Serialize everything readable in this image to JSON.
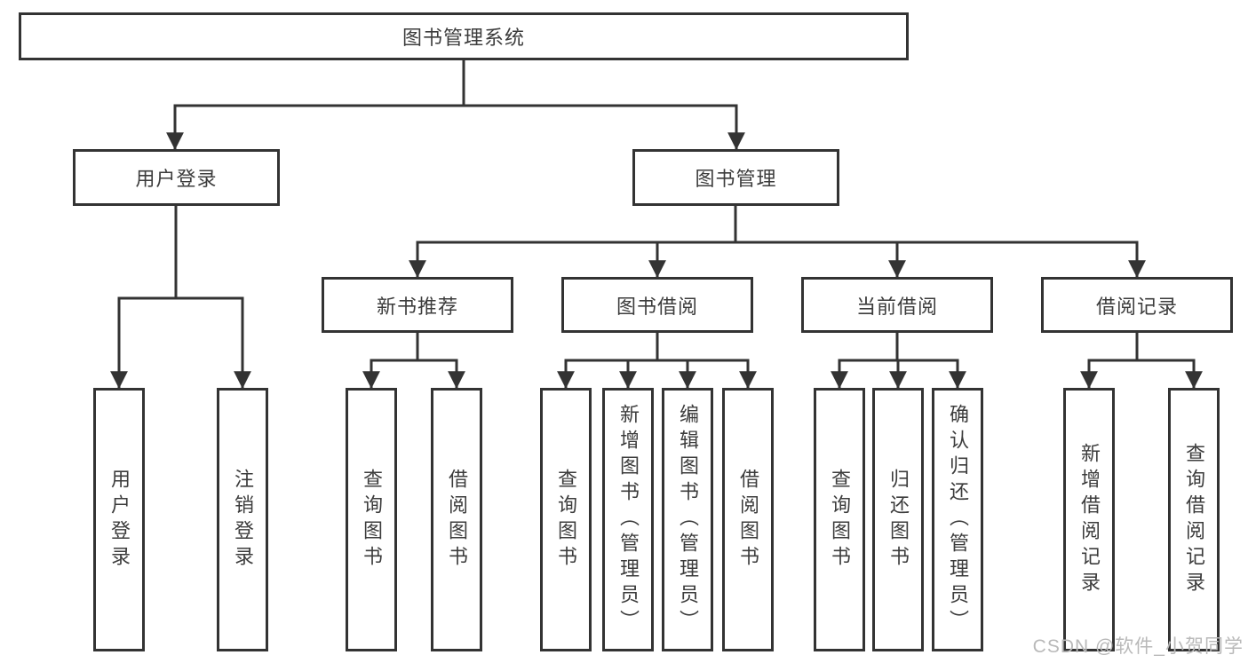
{
  "diagram": {
    "type": "tree",
    "root": {
      "label": "图书管理系统",
      "children": [
        {
          "label": "用户登录",
          "children": [
            {
              "label": "用户登录"
            },
            {
              "label": "注销登录"
            }
          ]
        },
        {
          "label": "图书管理",
          "children": [
            {
              "label": "新书推荐",
              "children": [
                {
                  "label": "查询图书"
                },
                {
                  "label": "借阅图书"
                }
              ]
            },
            {
              "label": "图书借阅",
              "children": [
                {
                  "label": "查询图书"
                },
                {
                  "label": "新增图书（管理员）"
                },
                {
                  "label": "编辑图书（管理员）"
                },
                {
                  "label": "借阅图书"
                }
              ]
            },
            {
              "label": "当前借阅",
              "children": [
                {
                  "label": "查询图书"
                },
                {
                  "label": "归还图书"
                },
                {
                  "label": "确认归还（管理员）"
                }
              ]
            },
            {
              "label": "借阅记录",
              "children": [
                {
                  "label": "新增借阅记录"
                },
                {
                  "label": "查询借阅记录"
                }
              ]
            }
          ]
        }
      ]
    }
  },
  "watermark": {
    "text": "CSDN @软件_小贺同学",
    "color": "#b9b9b9"
  },
  "colors": {
    "line": "#333333",
    "box_border": "#333333",
    "text": "#3c3c3c",
    "background": "#ffffff",
    "watermark": "#b9b9b9"
  }
}
